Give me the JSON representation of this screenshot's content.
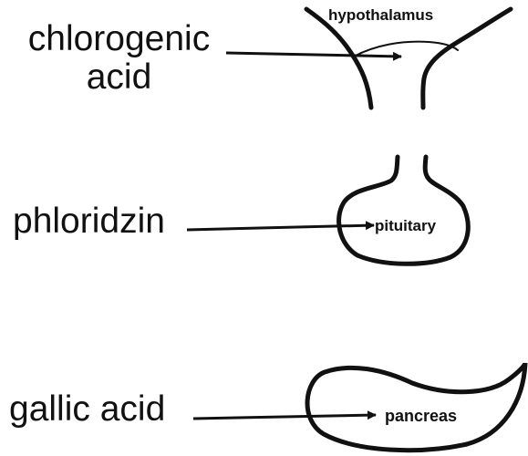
{
  "compounds": {
    "chlorogenic_line1": "chlorogenic",
    "chlorogenic_line2": "acid",
    "phloridzin": "phloridzin",
    "gallic": "gallic acid"
  },
  "organs": {
    "hypothalamus": "hypothalamus",
    "pituitary": "pituitary",
    "pancreas": "pancreas"
  },
  "colors": {
    "ink": "#111111",
    "background": "#ffffff"
  }
}
